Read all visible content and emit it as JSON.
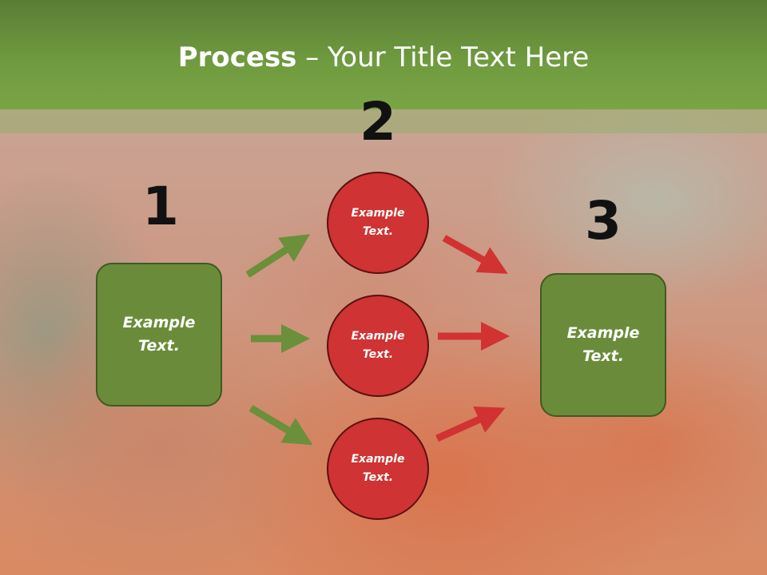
{
  "slide": {
    "title_bold": "Process",
    "title_rest": " – Your Title Text Here"
  },
  "steps": {
    "one": {
      "number": "1",
      "label": "Example\nText."
    },
    "two": {
      "number": "2"
    },
    "three": {
      "number": "3",
      "label": "Example\nText."
    }
  },
  "circles": [
    {
      "label": "Example\nText."
    },
    {
      "label": "Example\nText."
    },
    {
      "label": "Example\nText."
    }
  ],
  "colors": {
    "header_green": "#6f9a3f",
    "box_green": "#6a8c3a",
    "circle_red": "#cf3333",
    "arrow_green": "#6b8f3a",
    "arrow_red": "#d13232"
  }
}
